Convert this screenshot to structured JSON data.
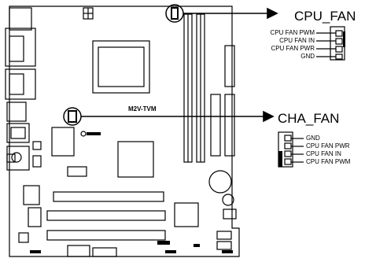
{
  "board_label": "M2V-TVM",
  "cpu_fan": {
    "title": "CPU_FAN",
    "pins": [
      "CPU FAN PWM",
      "CPU FAN IN",
      "CPU FAN PWR",
      "GND"
    ]
  },
  "cha_fan": {
    "title": "CHA_FAN",
    "pins": [
      "GND",
      "CPU FAN PWR",
      "CPU FAN IN",
      "CPU FAN PWM"
    ]
  },
  "colors": {
    "line": "#000000",
    "background": "#ffffff"
  }
}
